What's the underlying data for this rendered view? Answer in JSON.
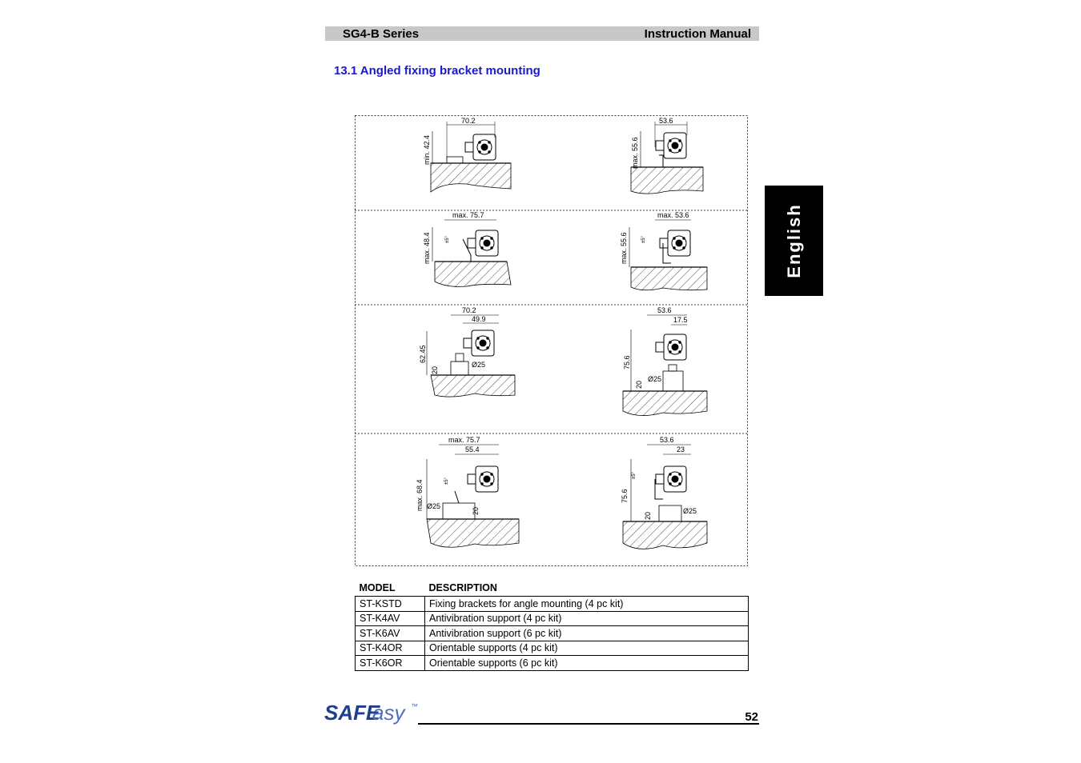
{
  "header": {
    "series": "SG4-B Series",
    "manual": "Instruction Manual"
  },
  "section_title": "13.1 Angled fixing bracket mounting",
  "side_tab": "English",
  "drawings": {
    "row1": {
      "left": {
        "width": "70.2",
        "height": "min. 42.4"
      },
      "right": {
        "width": "53.6",
        "height": "max. 55.6"
      }
    },
    "row2": {
      "left": {
        "width": "max. 75.7",
        "height": "max. 48.4"
      },
      "right": {
        "width": "max. 53.6",
        "height": "max. 55.6"
      }
    },
    "row3": {
      "left": {
        "width": "70.2",
        "inner": "49.9",
        "height": "62.45",
        "base": "20",
        "dia": "Ø25"
      },
      "right": {
        "width": "53.6",
        "inner": "17.5",
        "height": "75.6",
        "base": "20",
        "dia": "Ø25"
      }
    },
    "row4": {
      "left": {
        "width": "max. 75.7",
        "inner": "55.4",
        "height": "max. 68.4",
        "base": "20",
        "dia": "Ø25"
      },
      "right": {
        "width": "53.6",
        "inner": "23",
        "height": "75.6",
        "base": "20",
        "dia": "Ø25"
      }
    },
    "angle": "±5°"
  },
  "table": {
    "headers": [
      "MODEL",
      "DESCRIPTION"
    ],
    "rows": [
      {
        "model": "ST-KSTD",
        "description": "Fixing brackets for angle mounting (4 pc kit)"
      },
      {
        "model": "ST-K4AV",
        "description": "Antivibration support (4 pc kit)"
      },
      {
        "model": "ST-K6AV",
        "description": "Antivibration support (6 pc kit)"
      },
      {
        "model": "ST-K4OR",
        "description": "Orientable supports (4 pc kit)"
      },
      {
        "model": "ST-K6OR",
        "description": "Orientable supports (6 pc kit)"
      }
    ]
  },
  "footer": {
    "logo_bold": "SAFE",
    "logo_light": "asy",
    "logo_tm": "™",
    "page_number": "52"
  },
  "colors": {
    "title_blue": "#1a1acc",
    "header_gray": "#c8c8c8",
    "logo_blue": "#1e3f8f",
    "logo_light_blue": "#4a6fc0"
  }
}
